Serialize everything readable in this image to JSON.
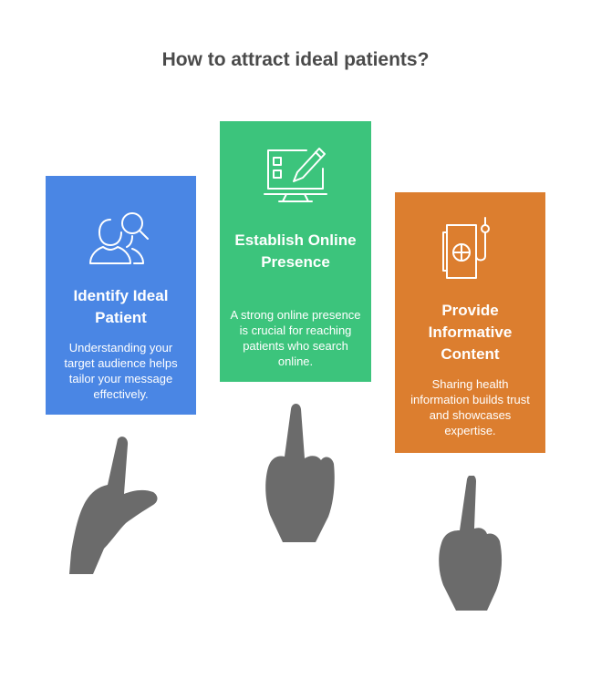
{
  "title": "How to attract ideal patients?",
  "colors": {
    "blue": "#4a86e4",
    "green": "#3cc47c",
    "orange": "#dc7e2f",
    "hand": "#6b6b6b",
    "title": "#4a4a4a"
  },
  "cards": [
    {
      "icon": "user-search-icon",
      "heading": "Identify Ideal Patient",
      "description": "Understanding your target audience helps tailor your message effectively."
    },
    {
      "icon": "monitor-checklist-icon",
      "heading": "Establish Online Presence",
      "description": "A strong online presence is crucial for reaching patients who search online."
    },
    {
      "icon": "book-hook-icon",
      "heading": "Provide Informative Content",
      "description": "Sharing health information builds trust and showcases expertise."
    }
  ]
}
